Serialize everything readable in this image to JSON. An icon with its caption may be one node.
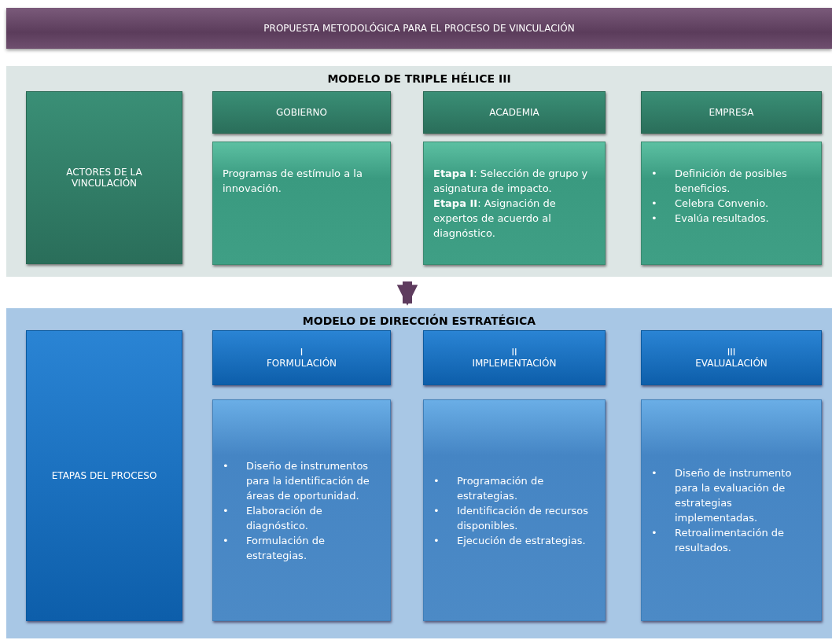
{
  "diagram": {
    "nodes": [
      {
        "text": [
          "PROPUESTA METODOLÓGICA PARA EL PROCESO DE VINCULACIÓN"
        ]
      },
      {
        "text": [
          "MODELO DE TRIPLE HÉLICE III"
        ]
      },
      {
        "text": [
          "ACTORES DE LA VINCULACIÓN"
        ],
        "in": 1
      },
      {
        "text": [
          "GOBIERNO"
        ],
        "in": 1
      },
      {
        "text": [
          "ACADEMIA"
        ],
        "in": 1
      },
      {
        "text": [
          "EMPRESA"
        ],
        "in": 1
      },
      {
        "text": [
          "Programas de estímulo a la innovación."
        ],
        "in": 1
      },
      {
        "text": [
          "**Etapa I**: Selección de grupo y asignatura de impacto.",
          "**Etapa II**: Asignación de expertos de acuerdo al diagnóstico."
        ],
        "in": 1
      },
      {
        "text": [
          "•\tDefinición de posibles beneficios.",
          "•\tCelebra Convenio.",
          "•\tEvalúa resultados."
        ],
        "in": 1
      },
      {
        "text": [
          "MODELO DE DIRECCIÓN ESTRATÉGICA"
        ]
      },
      {
        "text": [
          "ETAPAS DEL PROCESO"
        ],
        "in": 9
      },
      {
        "text": [
          "I",
          "FORMULACIÓN"
        ],
        "in": 9
      },
      {
        "text": [
          "II",
          "IMPLEMENTACIÓN"
        ],
        "in": 9
      },
      {
        "text": [
          "III",
          "EVALUALACIÓN"
        ],
        "in": 9
      },
      {
        "text": [
          "•\tDiseño de instrumentos para la identificación de áreas de oportunidad.",
          "•\tElaboración de diagnóstico.",
          "•\tFormulación de estrategias."
        ],
        "in": 9
      },
      {
        "text": [
          "•\tProgramación de estrategias.",
          "•\tIdentificación de recursos disponibles.",
          "•\tEjecución de estrategias."
        ],
        "in": 9
      },
      {
        "text": [
          "•\tDiseño de instrumento para la evaluación de estrategias implementadas.",
          "•\tRetroalimentación de resultados."
        ],
        "in": 9
      }
    ],
    "edges": [
      {
        "from": 1,
        "to": 9,
        "arrow": "to"
      }
    ]
  }
}
